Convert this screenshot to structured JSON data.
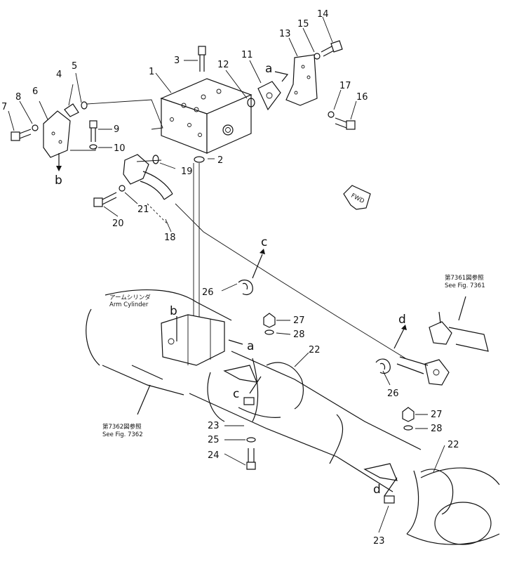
{
  "labels": {
    "n1": "1",
    "n2": "2",
    "n3": "3",
    "n4": "4",
    "n5": "5",
    "n6": "6",
    "n7": "7",
    "n8": "8",
    "n9": "9",
    "n10": "10",
    "n11": "11",
    "n12": "12",
    "n13": "13",
    "n14": "14",
    "n15": "15",
    "n16": "16",
    "n17": "17",
    "n18": "18",
    "n19": "19",
    "n20": "20",
    "n21": "21",
    "n22a": "22",
    "n22b": "22",
    "n23a": "23",
    "n23b": "23",
    "n24": "24",
    "n25": "25",
    "n26a": "26",
    "n26b": "26",
    "n27a": "27",
    "n27b": "27",
    "n28a": "28",
    "n28b": "28"
  },
  "letters": {
    "a_top": "a",
    "a_mid": "a",
    "b_top": "b",
    "b_mid": "b",
    "c_top": "c",
    "c_mid": "c",
    "d_top": "d",
    "d_mid": "d"
  },
  "notes": {
    "arm_jp": "アームシリンダ",
    "arm_en": "Arm Cylinder",
    "fig7361_jp": "第7361図参照",
    "fig7361_en": "See Fig. 7361",
    "fig7362_jp": "第7362図参照",
    "fig7362_en": "See Fig. 7362",
    "fwd": "FWD"
  }
}
